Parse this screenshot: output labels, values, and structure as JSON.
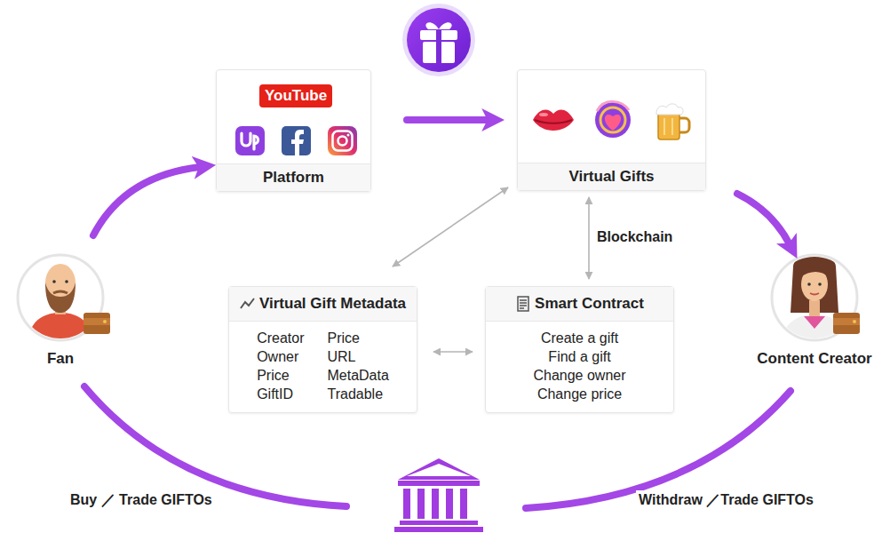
{
  "diagram": {
    "nodes": [
      {
        "text": [
          "Platform"
        ]
      },
      {
        "text": [
          "Virtual Gifts"
        ]
      },
      {
        "text": [
          "Fan"
        ]
      },
      {
        "text": [
          "Virtual Gift Metadata",
          "Creator",
          "Owner",
          "Price",
          "GiftID",
          "Price",
          "URL",
          "MetaData",
          "Tradable"
        ]
      },
      {
        "text": [
          "Smart Contract",
          "Create a gift",
          "Find a gift",
          "Change owner",
          "Change price"
        ]
      },
      {
        "text": [
          "Content Creator"
        ]
      }
    ],
    "edges": [
      {
        "from": 2,
        "to": 0,
        "arrow": "to"
      },
      {
        "from": 0,
        "to": 1,
        "arrow": "to"
      },
      {
        "from": 1,
        "to": 5,
        "arrow": "to"
      },
      {
        "from": 1,
        "to": 4,
        "label": "Blockchain",
        "arrow": "both"
      },
      {
        "from": 1,
        "to": 3,
        "arrow": "both"
      },
      {
        "from": 3,
        "to": 4,
        "arrow": "both"
      }
    ],
    "labels": [
      "YouTube",
      "Buy ／ Trade GIFTOs",
      "Withdraw ／Trade GIFTOs"
    ]
  }
}
